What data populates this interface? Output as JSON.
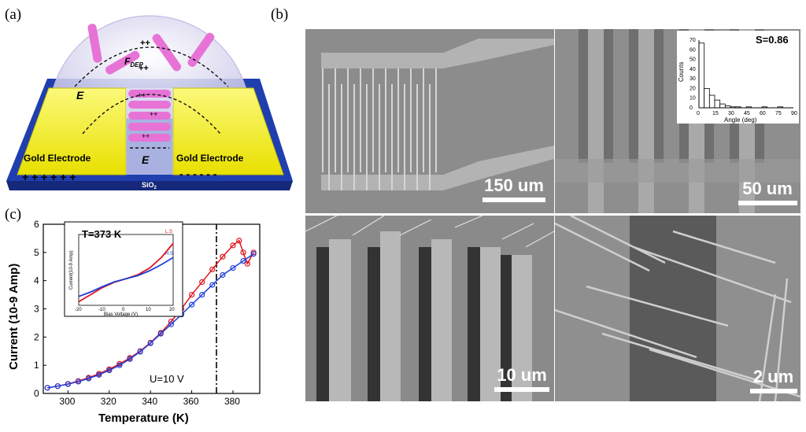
{
  "panels": {
    "a": {
      "label": "(a)",
      "electrode_left": "Gold Electrode",
      "electrode_right": "Gold Electrode",
      "force_label": "F",
      "force_sub": "DEP",
      "field_label": "E",
      "field_label_2": "E",
      "substrate": "SiO",
      "substrate_sub": "2",
      "colors": {
        "electrode": "#f5f000",
        "substrate": "#1f3fae",
        "nanowire": "#e773d6"
      }
    },
    "b": {
      "label": "(b)",
      "scalebars": [
        "150 um",
        "50 um",
        "10 um",
        "2 um"
      ],
      "inset": {
        "order_param": "S=0.86",
        "ylabel": "Counts",
        "xlabel": "Angle (deg)",
        "xticks": [
          "0",
          "15",
          "30",
          "45",
          "60",
          "75",
          "90"
        ],
        "yticks": [
          "0",
          "10",
          "20",
          "30",
          "40",
          "50",
          "60",
          "70"
        ]
      }
    },
    "c": {
      "label": "(c)",
      "inset_temp": "T=373 K",
      "voltage": "U=10 V",
      "inset_legend": [
        "L.S",
        "H.S"
      ]
    }
  },
  "chart_data": [
    {
      "type": "bar",
      "title": "",
      "xlabel": "Angle (deg)",
      "ylabel": "Counts",
      "categories": [
        "0-5",
        "5-10",
        "10-15",
        "15-20",
        "20-25",
        "25-30",
        "30-35",
        "35-40",
        "40-45",
        "45-50",
        "50-55",
        "55-60",
        "60-65",
        "65-70",
        "70-75",
        "75-80",
        "80-85",
        "85-90"
      ],
      "values": [
        67,
        20,
        13,
        8,
        4,
        2,
        1,
        1,
        0,
        1,
        0,
        0,
        1,
        0,
        0,
        1,
        0,
        0
      ],
      "ylim": [
        0,
        70
      ],
      "xlim": [
        0,
        90
      ]
    },
    {
      "type": "line",
      "title": "",
      "xlabel": "Temperature (K)",
      "ylabel": "Current (10-9 Amp)",
      "xlim": [
        288,
        393
      ],
      "ylim": [
        0,
        6
      ],
      "xticks": [
        300,
        320,
        340,
        360,
        380
      ],
      "yticks": [
        0,
        1,
        2,
        3,
        4,
        5,
        6
      ],
      "vline": 372,
      "series": [
        {
          "name": "red",
          "color": "#e0151d",
          "x": [
            290,
            295,
            300,
            305,
            310,
            315,
            320,
            325,
            330,
            335,
            340,
            345,
            350,
            355,
            360,
            365,
            370,
            375,
            380,
            383,
            385,
            387,
            390
          ],
          "y": [
            0.2,
            0.26,
            0.34,
            0.44,
            0.56,
            0.7,
            0.86,
            1.05,
            1.26,
            1.5,
            1.8,
            2.15,
            2.55,
            3.0,
            3.5,
            3.95,
            4.4,
            4.85,
            5.25,
            5.42,
            5.0,
            4.6,
            5.0
          ]
        },
        {
          "name": "blue",
          "color": "#1f3fd8",
          "x": [
            290,
            295,
            300,
            305,
            310,
            315,
            320,
            325,
            330,
            335,
            340,
            345,
            350,
            355,
            360,
            365,
            370,
            375,
            380,
            385,
            390
          ],
          "y": [
            0.2,
            0.26,
            0.33,
            0.42,
            0.53,
            0.66,
            0.82,
            1.0,
            1.22,
            1.48,
            1.78,
            2.12,
            2.45,
            2.8,
            3.15,
            3.5,
            3.85,
            4.2,
            4.45,
            4.7,
            4.95
          ]
        }
      ]
    },
    {
      "type": "line",
      "title": "",
      "xlabel": "Bias Voltage (V)",
      "ylabel": "Current(10-9 Amp)",
      "xlim": [
        -20,
        20
      ],
      "xticks": [
        -20,
        -10,
        0,
        10,
        20
      ],
      "series": [
        {
          "name": "L.S",
          "color": "#e0151d",
          "x": [
            -20,
            -15,
            -10,
            -5,
            0,
            5,
            10,
            15,
            20
          ],
          "y": [
            -2.6,
            -1.8,
            -1.0,
            -0.4,
            0,
            0.45,
            1.2,
            2.4,
            4.0
          ]
        },
        {
          "name": "H.S",
          "color": "#1f3fd8",
          "x": [
            -20,
            -15,
            -10,
            -5,
            0,
            5,
            10,
            15,
            20
          ],
          "y": [
            -2.0,
            -1.5,
            -0.9,
            -0.35,
            0,
            0.35,
            0.9,
            1.6,
            2.4
          ]
        }
      ]
    }
  ]
}
